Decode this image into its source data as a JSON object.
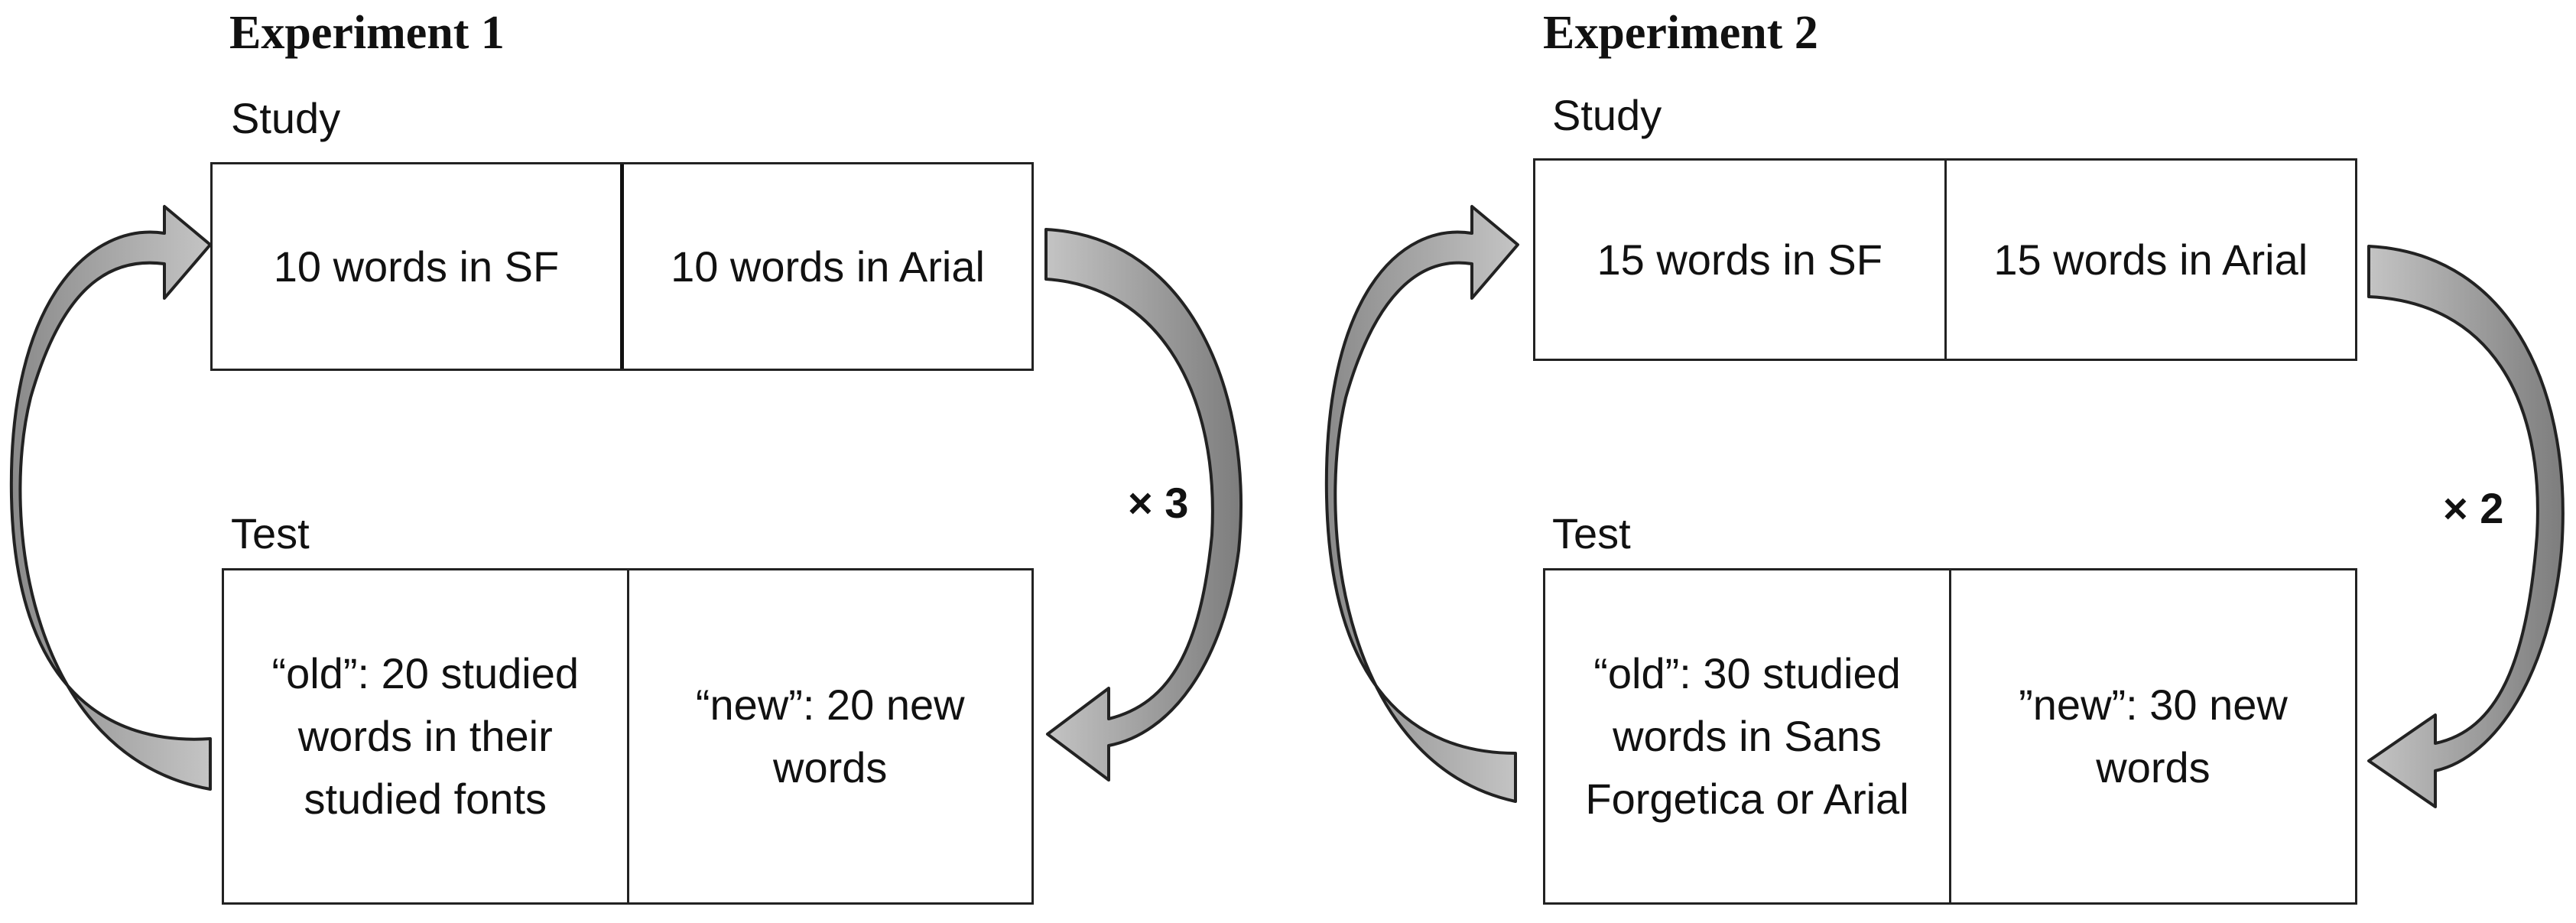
{
  "experiment1": {
    "title": "Experiment 1",
    "study_label": "Study",
    "study_cells": [
      "10 words in SF",
      "10 words in Arial"
    ],
    "test_label": "Test",
    "test_cells": [
      "“old”: 20 studied words in their studied fonts",
      "“new”: 20 new words"
    ],
    "repeat": "× 3"
  },
  "experiment2": {
    "title": "Experiment 2",
    "study_label": "Study",
    "study_cells": [
      "15 words in SF",
      "15 words in Arial"
    ],
    "test_label": "Test",
    "test_cells": [
      "“old”: 30 studied words in Sans Forgetica or Arial",
      "”new”: 30 new words"
    ],
    "repeat": "× 2"
  },
  "colors": {
    "arrow_fill": "#a6a6a6",
    "arrow_stroke": "#222222"
  }
}
